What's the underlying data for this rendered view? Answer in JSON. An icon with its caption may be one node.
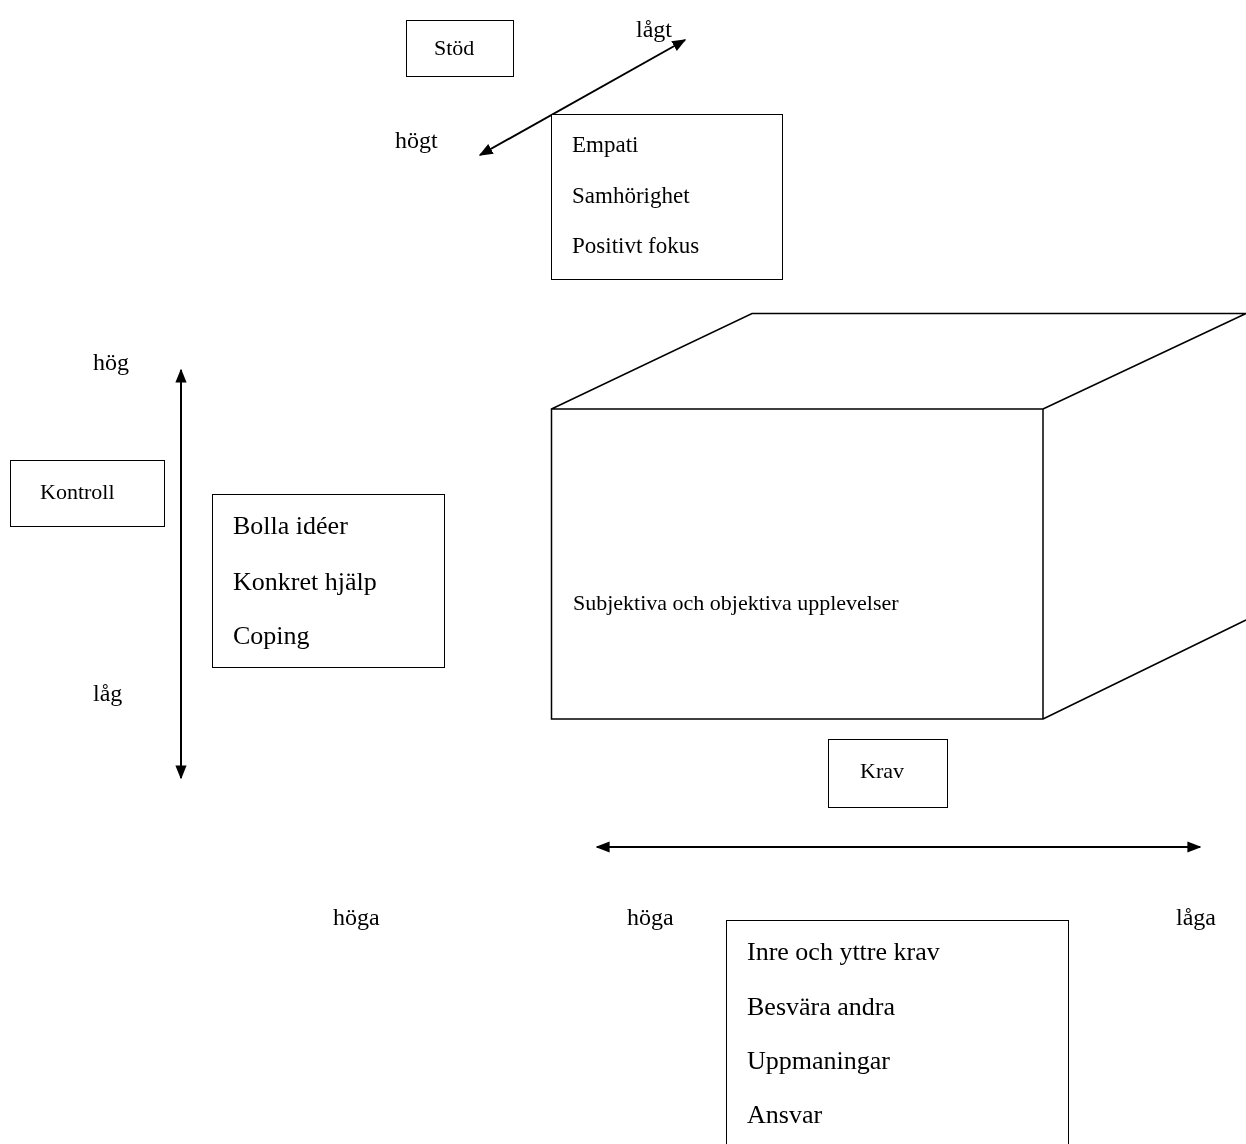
{
  "diagram": {
    "nodes": [
      {
        "text": [
          "Stöd"
        ]
      },
      {
        "text": [
          "Empati",
          "Samhörighet",
          "Positivt fokus"
        ]
      },
      {
        "text": [
          "Kontroll"
        ]
      },
      {
        "text": [
          "Bolla idéer",
          "Konkret hjälp",
          "Coping"
        ]
      },
      {
        "text": [
          "Subjektiva och objektiva upplevelser"
        ]
      },
      {
        "text": [
          "Krav"
        ]
      },
      {
        "text": [
          "Inre och yttre krav",
          "Besvära andra",
          "Uppmaningar",
          "Ansvar"
        ]
      }
    ],
    "labels": [
      "lågt",
      "högt",
      "hög",
      "låg",
      "höga",
      "höga",
      "låga"
    ]
  }
}
